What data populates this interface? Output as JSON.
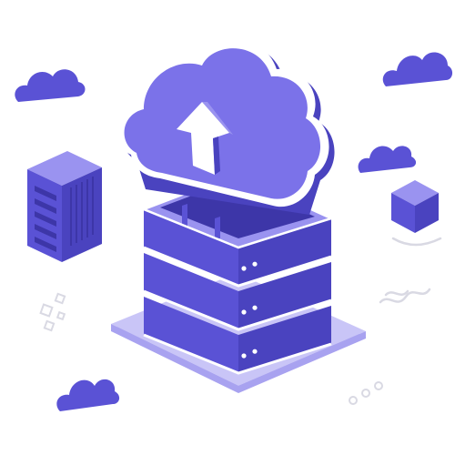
{
  "illustration": {
    "subject": "cloud-upload-server-stack",
    "icons": [
      "cloud-upload-icon",
      "upload-arrow-icon",
      "server-rack-icon",
      "server-tower-icon",
      "cube-icon",
      "small-cloud-icon",
      "squiggle-decoration",
      "dot-decoration"
    ],
    "server_units": 3,
    "indicator_dots_per_unit": 2
  },
  "colors": {
    "primary": "#5A52D5",
    "primary_light": "#7B72E9",
    "primary_lighter": "#9A93F0",
    "primary_dark": "#4A43BF",
    "primary_darker": "#3D36A8",
    "outline": "#FFFFFF",
    "base_plate": "#C9C5F7",
    "base_plate_edge": "#A8A2F0",
    "decoration_stroke": "#D9D9E3",
    "background": "#FFFFFF"
  }
}
